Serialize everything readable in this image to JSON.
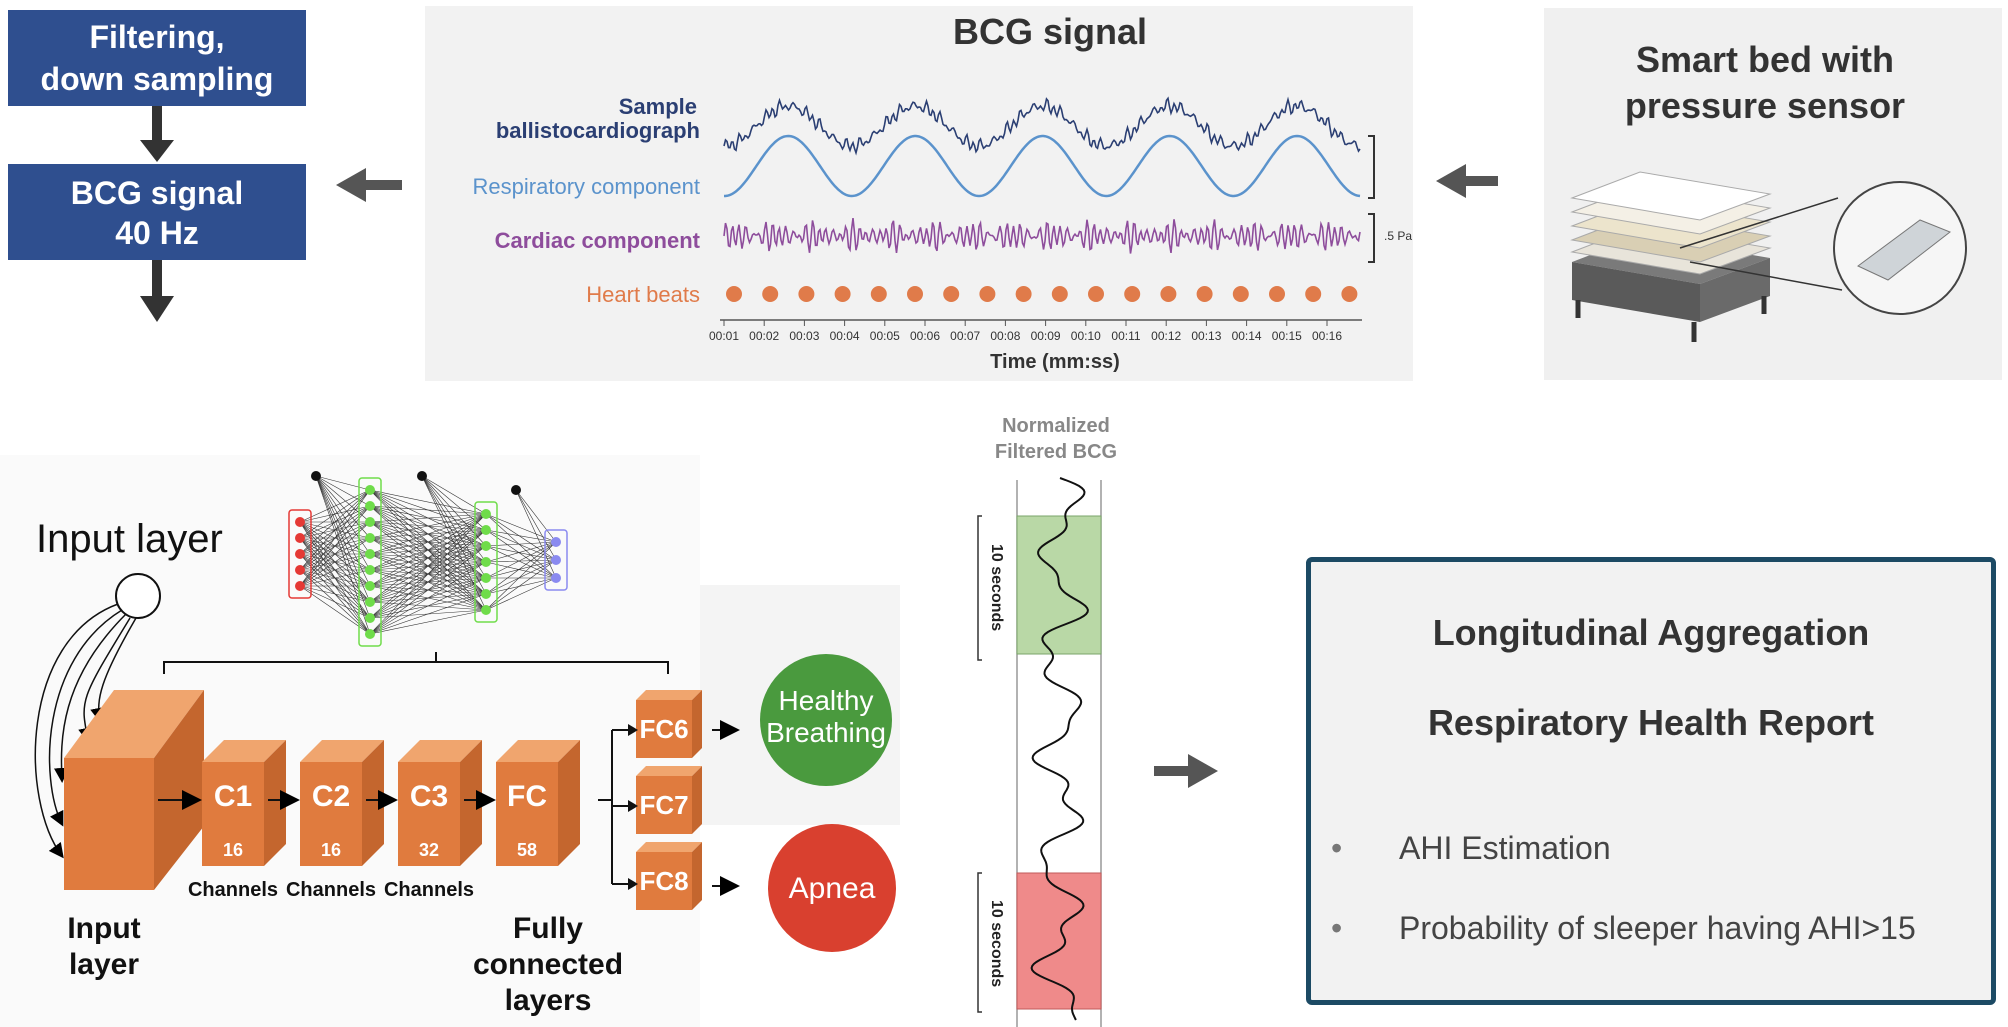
{
  "pipeline": {
    "step1": [
      "Filtering,",
      "down sampling"
    ],
    "step2": [
      "BCG signal",
      "40 Hz"
    ]
  },
  "bcg_panel": {
    "title": "BCG signal",
    "rows": [
      {
        "label": [
          "Sample",
          "ballistocardiograph"
        ],
        "color": "#2b3f73"
      },
      {
        "label": [
          "Respiratory component"
        ],
        "color": "#5b93cc"
      },
      {
        "label": [
          "Cardiac component"
        ],
        "color": "#8e4d9c"
      },
      {
        "label": [
          "Heart beats"
        ],
        "color": "#e07b4a"
      }
    ],
    "scale_label": ".5 Pa",
    "time_ticks": [
      "00:01",
      "00:02",
      "00:03",
      "00:04",
      "00:05",
      "00:06",
      "00:07",
      "00:08",
      "00:09",
      "00:10",
      "00:11",
      "00:12",
      "00:13",
      "00:14",
      "00:15",
      "00:16"
    ],
    "xlabel": "Time (mm:ss)"
  },
  "bed": {
    "title": [
      "Smart bed with",
      "pressure sensor"
    ]
  },
  "network": {
    "input_title": "Input layer",
    "blocks": [
      {
        "name": "C1",
        "channels": "16"
      },
      {
        "name": "C2",
        "channels": "16"
      },
      {
        "name": "C3",
        "channels": "32"
      },
      {
        "name": "FC",
        "channels": "58"
      }
    ],
    "channels_label": "Channels",
    "input_caption": [
      "Input",
      "layer"
    ],
    "fc_caption": [
      "Fully",
      "connected",
      "layers"
    ],
    "fc_outputs": [
      "FC6",
      "FC7",
      "FC8"
    ]
  },
  "outputs": {
    "healthy": [
      "Healthy",
      "Breathing"
    ],
    "healthy_color": "#4a9a3e",
    "apnea": "Apnea",
    "apnea_color": "#d9402f"
  },
  "normalized": {
    "title": [
      "Normalized",
      "Filtered BCG"
    ],
    "window_label": "10 seconds",
    "window1_color": "#b9d8a6",
    "window2_color": "#ef8a8a"
  },
  "report": {
    "title1": "Longitudinal Aggregation",
    "title2": "Respiratory Health Report",
    "items": [
      "AHI Estimation",
      "Probability of sleeper having AHI>15"
    ]
  }
}
